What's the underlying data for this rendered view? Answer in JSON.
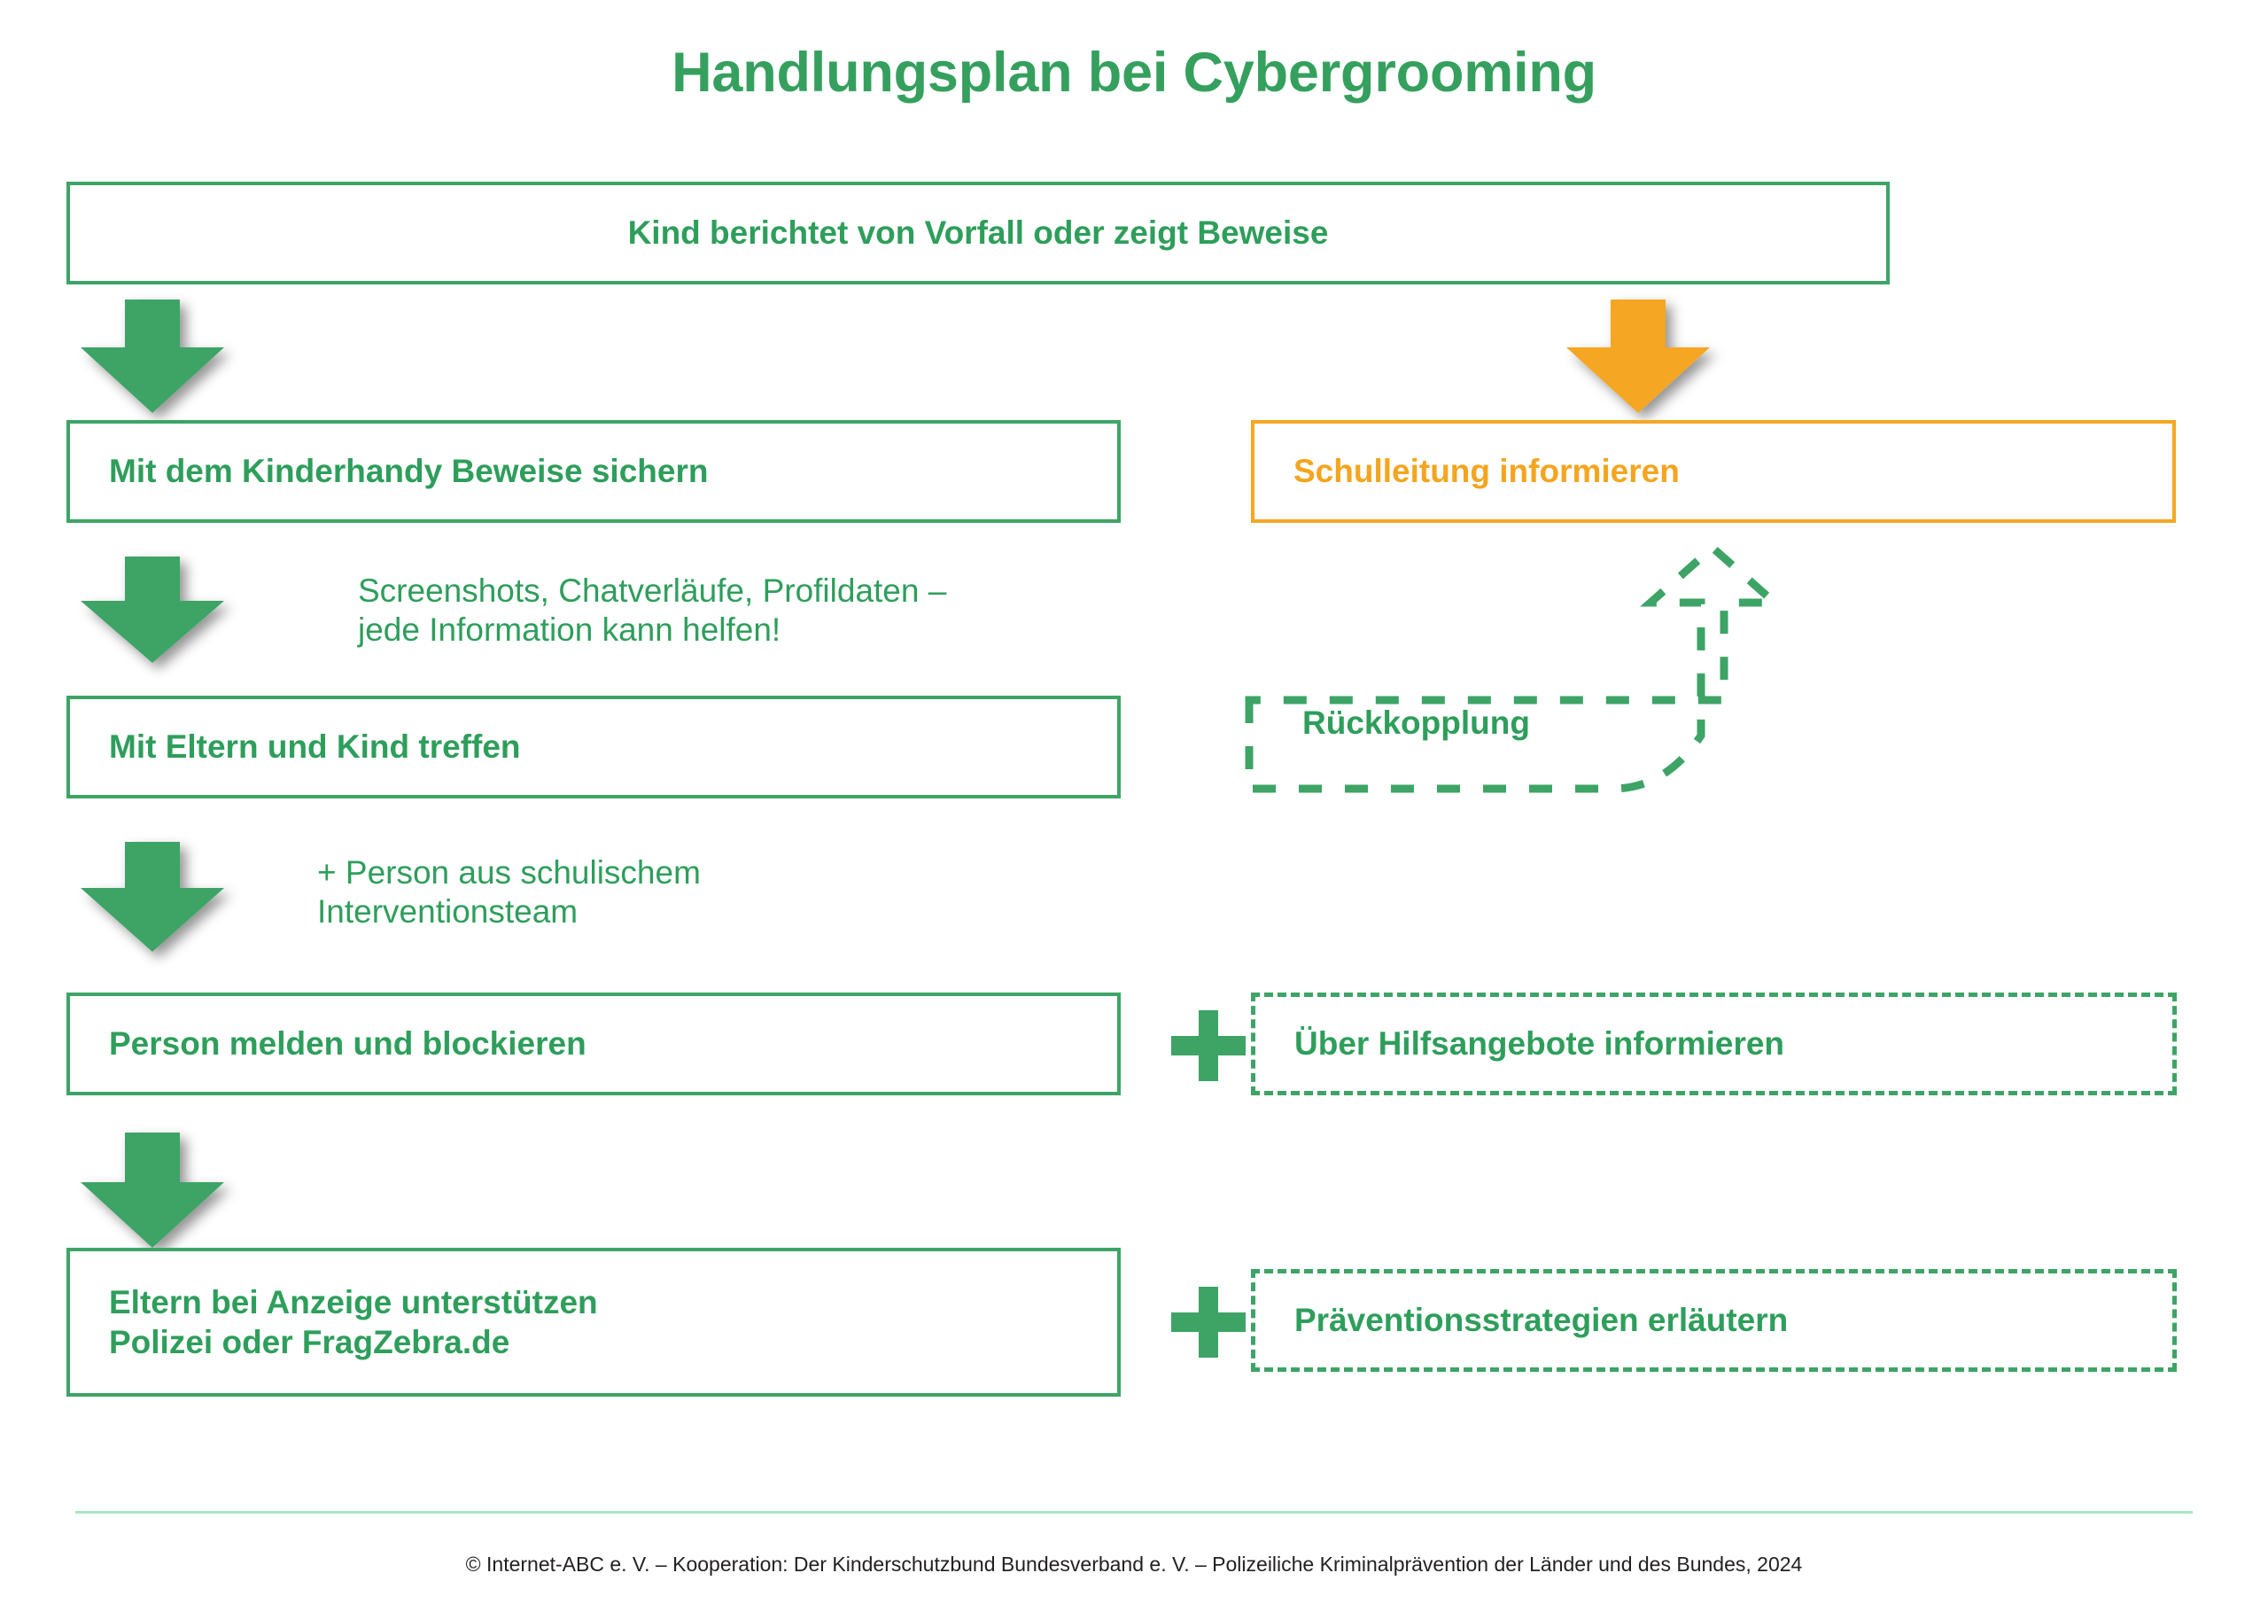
{
  "title": "Handlungsplan bei Cybergrooming",
  "colors": {
    "green": "#3da466",
    "green_text": "#2e9e5b",
    "orange": "#f5a623",
    "orange_text": "#f4a51f",
    "footer_rule": "#a9e7c6",
    "footer_text": "#231f20",
    "background": "#ffffff"
  },
  "flow": {
    "top_box": {
      "label": "Kind berichtet von Vorfall oder zeigt Beweise",
      "style": "solid-green"
    },
    "left_column": {
      "steps": [
        {
          "label": "Mit dem Kinderhandy Beweise sichern",
          "style": "solid-green"
        },
        {
          "label": "Mit Eltern und Kind treffen",
          "style": "solid-green"
        },
        {
          "label": "Person melden und blockieren",
          "style": "solid-green"
        },
        {
          "label": "Eltern bei Anzeige unterstützen\nPolizei oder FragZebra.de",
          "style": "solid-green"
        }
      ],
      "notes": [
        {
          "text": "Screenshots, Chatverläufe, Profildaten –\njede Information kann helfen!"
        },
        {
          "text": "+ Person aus schulischem\n   Interventionsteam"
        }
      ],
      "arrows": [
        {
          "name": "arrow-to-beweise-sichern",
          "color": "#3da466"
        },
        {
          "name": "arrow-to-eltern-kind-treffen",
          "color": "#3da466"
        },
        {
          "name": "arrow-to-person-melden",
          "color": "#3da466"
        },
        {
          "name": "arrow-to-eltern-anzeige",
          "color": "#3da466"
        }
      ]
    },
    "right_column": {
      "entry_arrow": {
        "name": "arrow-to-schulleitung",
        "color": "#f5a623"
      },
      "steps": [
        {
          "label": "Schulleitung informieren",
          "style": "solid-orange"
        },
        {
          "label": "Rückkopplung",
          "style": "dashed-loop"
        },
        {
          "label": "Über Hilfsangebote informieren",
          "style": "dashed-green"
        },
        {
          "label": "Präventionsstrategien erläutern",
          "style": "dashed-green"
        }
      ],
      "connectors": [
        {
          "name": "plus-hilfsangebote",
          "glyph": "+"
        },
        {
          "name": "plus-praeventionsstrategien",
          "glyph": "+"
        }
      ]
    }
  },
  "footer": {
    "credit": "© Internet-ABC e. V. – Kooperation: Der Kinderschutzbund Bundesverband e. V. – Polizeiliche Kriminalprävention der Länder und des Bundes, 2024"
  }
}
